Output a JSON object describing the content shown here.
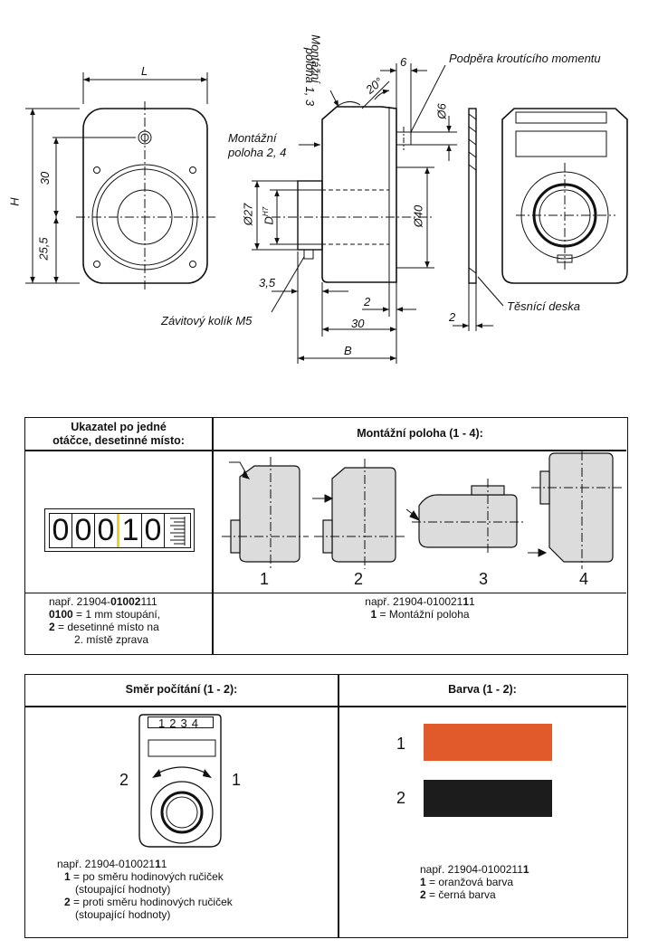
{
  "drawing": {
    "label_L": "L",
    "label_H": "H",
    "dim_30_left": "30",
    "dim_25_5": "25,5",
    "montazni_13": [
      "Montážní",
      "poloha 1, 3"
    ],
    "dim_6": "6",
    "podpera": "Podpěra kroutícího momentu",
    "angle_20": "20°",
    "montazni_24": [
      "Montážní",
      "poloha 2, 4"
    ],
    "dim_d6": "Ø6",
    "dim_d27": "Ø27",
    "dim_dh7": "D",
    "dim_dh7_sup": "H7",
    "dim_d40": "Ø40",
    "dim_3_5": "3,5",
    "dim_2_mid": "2",
    "dim_30_bottom": "30",
    "zavitovy": "Závitový kolík M5",
    "label_B": "B",
    "tesnici": "Těsnící deska",
    "dim_2_right": "2"
  },
  "table1": {
    "header_left": [
      "Ukazatel po jedné",
      "otáčce, desetinné místo:"
    ],
    "header_right": "Montážní poloha (1 - 4):",
    "counter_digits": [
      "0",
      "0",
      "0",
      "1",
      "0"
    ],
    "positions": [
      "1",
      "2",
      "3",
      "4"
    ],
    "note_left": {
      "line1_prefix": "např.  21904-",
      "line1_bold": "01002",
      "line1_suffix": "111",
      "line2_bold": "0100",
      "line2_text": " = 1 mm stoupání,",
      "line3_bold": "2",
      "line3_text": " = desetinné místo na",
      "line4": "2. místě zprava"
    },
    "note_right": {
      "line1_prefix": "např.  21904-010021",
      "line1_bold": "1",
      "line1_suffix": "1",
      "line2_bold": "1",
      "line2_text": " = Montážní poloha"
    }
  },
  "table2": {
    "header_left": "Směr počítání  (1 - 2):",
    "header_right": "Barva (1 - 2):",
    "counter_digits": "1234",
    "dir_left": "2",
    "dir_right": "1",
    "note_left": {
      "line1_prefix": "např. 21904-010021",
      "line1_bold": "1",
      "line1_suffix": "1",
      "line2_bold": "1",
      "line2_text": " = po směru hodinových ručiček",
      "line3": "(stoupající hodnoty)",
      "line4_bold": "2",
      "line4_text": " = proti směru hodinových ručiček",
      "line5": "(stoupající hodnoty)"
    },
    "color_labels": [
      "1",
      "2"
    ],
    "colors": [
      "#e05a2b",
      "#1c1c1c"
    ],
    "note_right": {
      "line1_prefix": "např.  21904-0100211",
      "line1_bold": "1",
      "line2_bold": "1",
      "line2_text": " = oranžová barva",
      "line3_bold": "2",
      "line3_text": " = černá barva"
    }
  }
}
